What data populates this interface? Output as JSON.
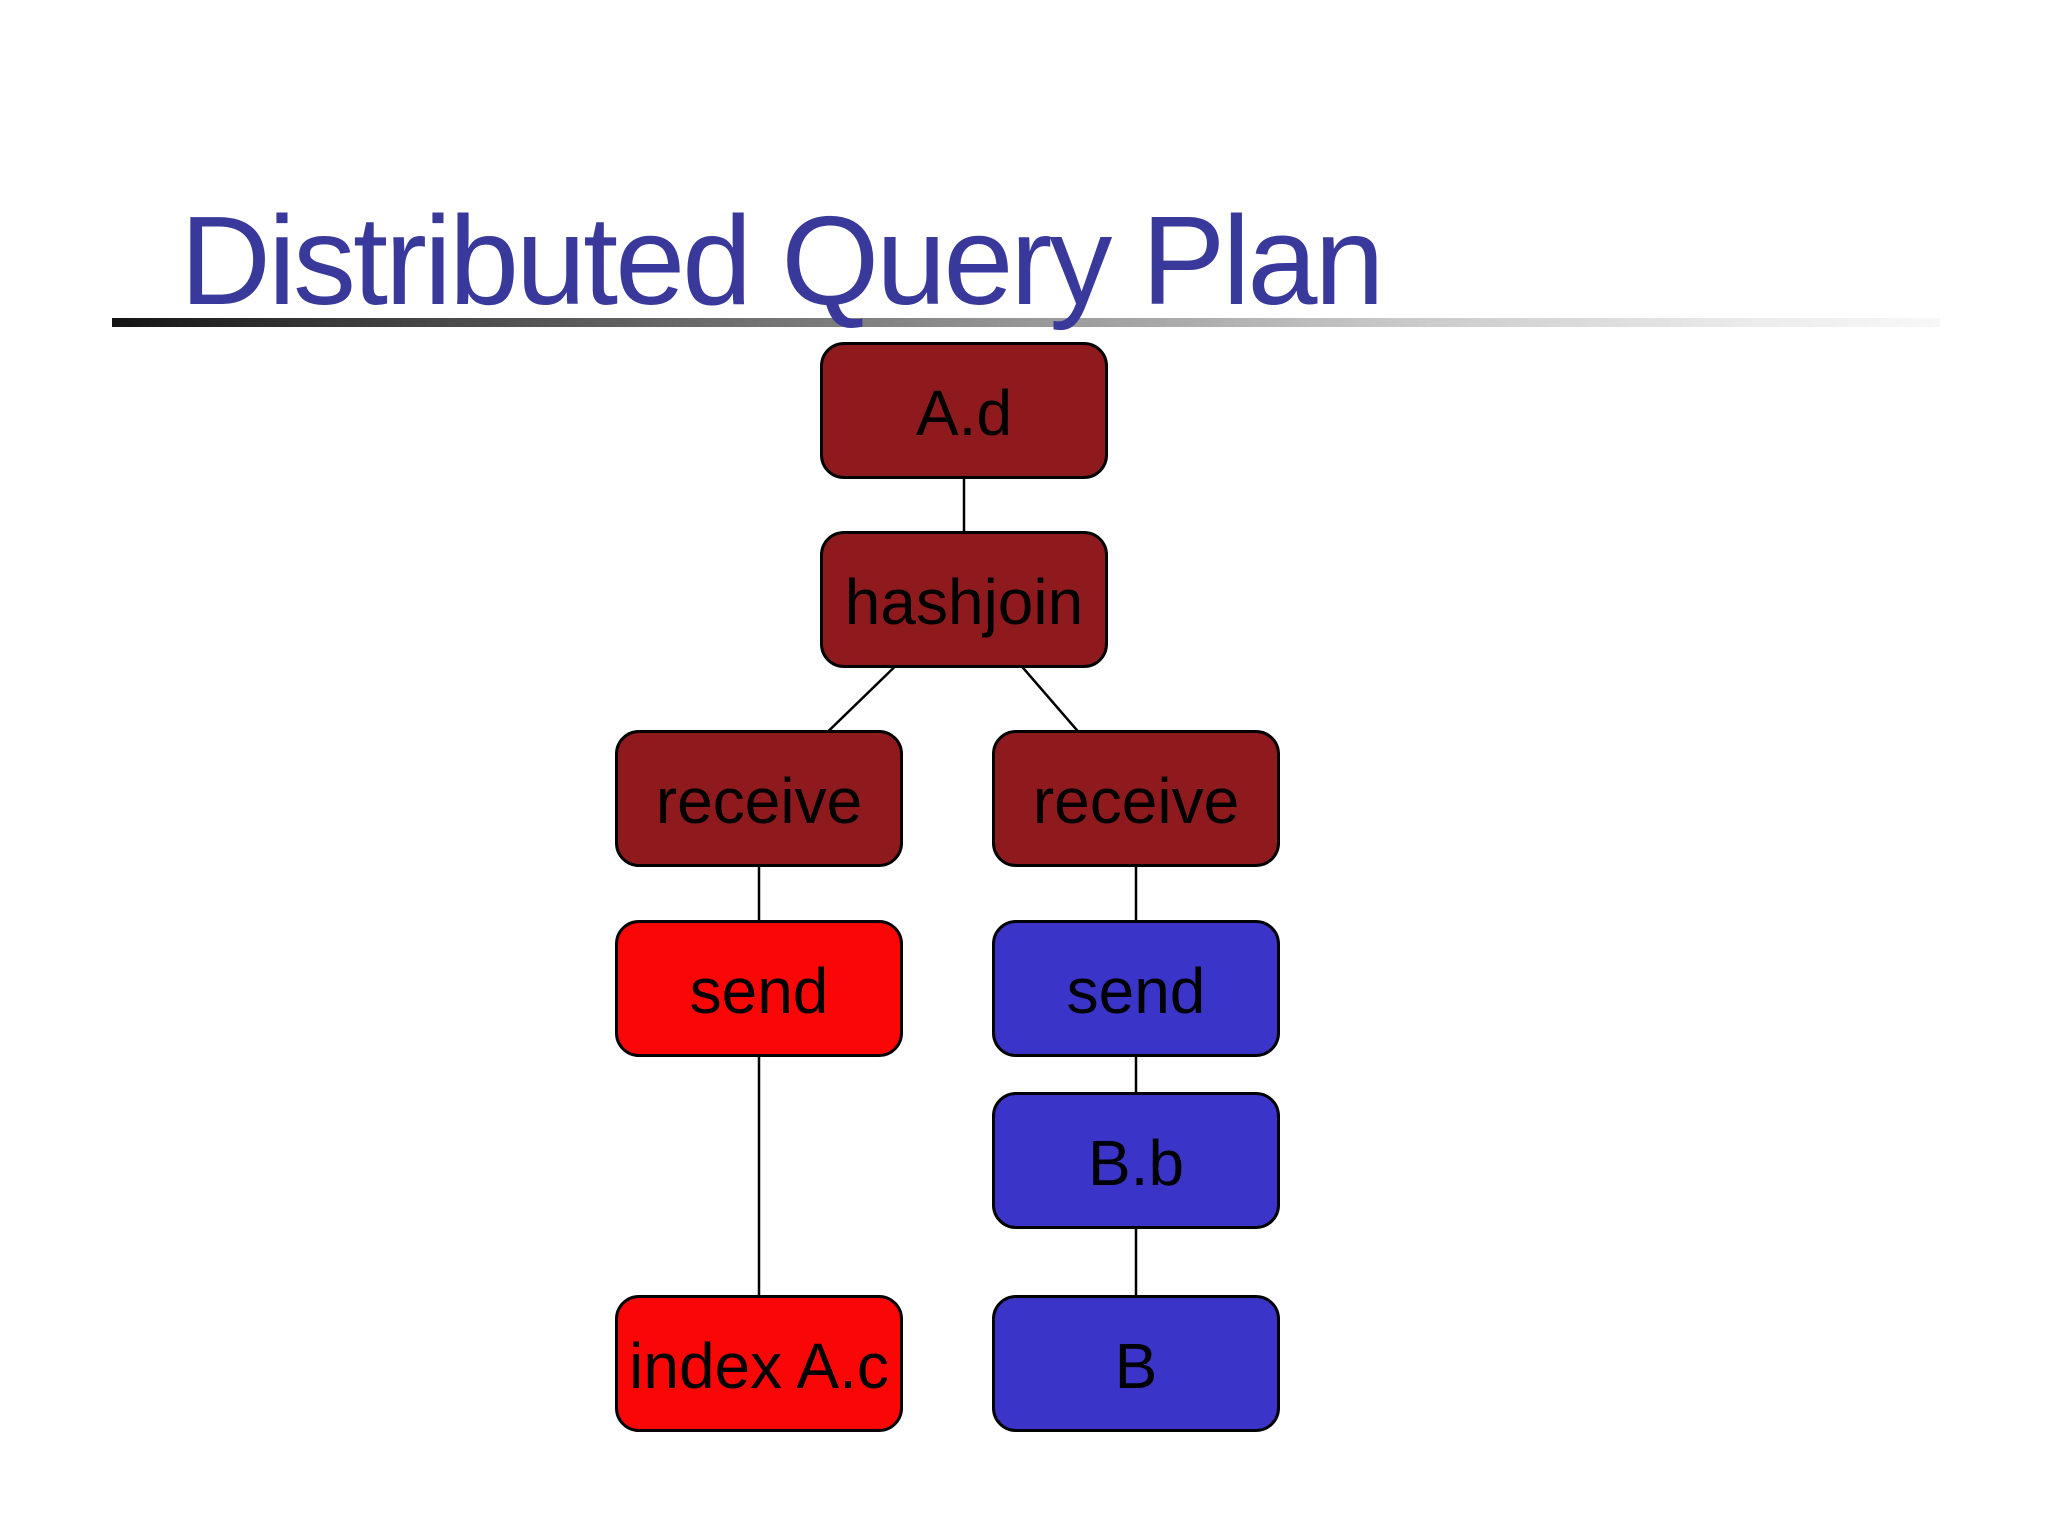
{
  "title": {
    "text": "Distributed Query Plan"
  },
  "colors": {
    "background": "#FFFFFF",
    "title": "#39399B",
    "rule_start": "#141414",
    "rule_end": "#F7F7F7",
    "dark_red": "#8E1A1E",
    "bright_red": "#F90707",
    "blue": "#3A34C9",
    "node_border": "#000000",
    "node_text": "#000000",
    "edge": "#000000"
  },
  "tree": {
    "nodes": [
      {
        "id": "a_d",
        "label": "A.d",
        "color": "dark_red"
      },
      {
        "id": "hashjoin",
        "label": "hashjoin",
        "color": "dark_red"
      },
      {
        "id": "receive_left",
        "label": "receive",
        "color": "dark_red"
      },
      {
        "id": "receive_right",
        "label": "receive",
        "color": "dark_red"
      },
      {
        "id": "send_left",
        "label": "send",
        "color": "bright_red"
      },
      {
        "id": "send_right",
        "label": "send",
        "color": "blue"
      },
      {
        "id": "b_b",
        "label": "B.b",
        "color": "blue"
      },
      {
        "id": "index_a_c",
        "label": "index A.c",
        "color": "bright_red"
      },
      {
        "id": "b",
        "label": "B",
        "color": "blue"
      }
    ],
    "edges": [
      [
        "a_d",
        "hashjoin"
      ],
      [
        "hashjoin",
        "receive_left"
      ],
      [
        "hashjoin",
        "receive_right"
      ],
      [
        "receive_left",
        "send_left"
      ],
      [
        "receive_right",
        "send_right"
      ],
      [
        "send_left",
        "index_a_c"
      ],
      [
        "send_right",
        "b_b"
      ],
      [
        "b_b",
        "b"
      ]
    ]
  }
}
